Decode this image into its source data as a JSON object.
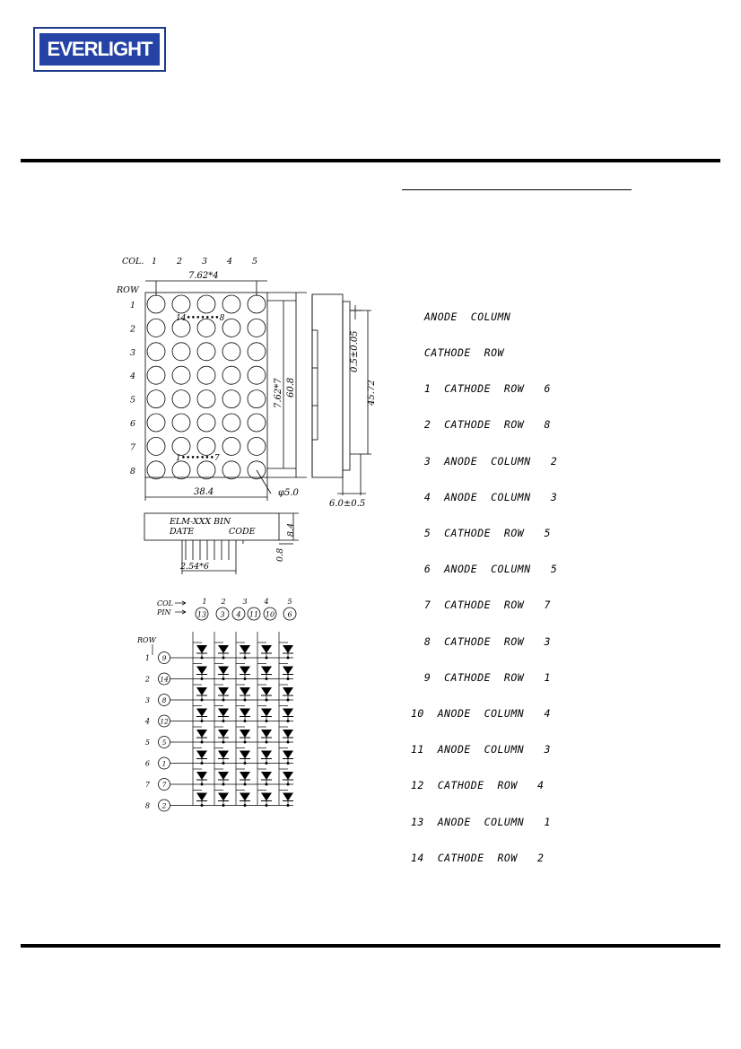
{
  "brand": {
    "logo_text": "EVERLIGHT",
    "logo_color": "#2443a5"
  },
  "package_dims": {
    "col_label": "COL.",
    "row_label": "ROW",
    "columns": [
      "1",
      "2",
      "3",
      "4",
      "5"
    ],
    "rows": [
      "1",
      "2",
      "3",
      "4",
      "5",
      "6",
      "7",
      "8"
    ],
    "pitch_h": "7.62*4",
    "pitch_v": "7.62*7",
    "height": "60.8",
    "width": "38.4",
    "dot_diameter": "φ5.0",
    "pin_top": "14•••••••8",
    "pin_bottom": "1•••••••7",
    "side_tol": "0.5±0.05",
    "side_height": "45.72",
    "side_pin": "6.0±0.5"
  },
  "bottom_view": {
    "line1": "ELM-XXX BIN",
    "line2_a": "DATE",
    "line2_b": "CODE",
    "depth": "8.4",
    "pin_thick": "0.8",
    "pin_pitch": "2.54*6"
  },
  "pin_table": [
    "  ANODE  COLUMN",
    "  CATHODE  ROW",
    "  1  CATHODE  ROW   6",
    "  2  CATHODE  ROW   8",
    "  3  ANODE  COLUMN   2",
    "  4  ANODE  COLUMN   3",
    "  5  CATHODE  ROW   5",
    "  6  ANODE  COLUMN   5",
    "  7  CATHODE  ROW   7",
    "  8  CATHODE  ROW   3",
    "  9  CATHODE  ROW   1",
    "10  ANODE  COLUMN   4",
    "11  ANODE  COLUMN   3",
    "12  CATHODE  ROW   4",
    "13  ANODE  COLUMN   1",
    "14  CATHODE  ROW   2"
  ],
  "schematic": {
    "col_label": "COL",
    "pin_label": "PIN",
    "row_label": "ROW",
    "columns": [
      "1",
      "2",
      "3",
      "4",
      "5"
    ],
    "col_pins": [
      "13",
      "3",
      "4",
      "11",
      "10",
      "6"
    ],
    "rows": [
      "1",
      "2",
      "3",
      "4",
      "5",
      "6",
      "7",
      "8"
    ],
    "row_pins": [
      "9",
      "14",
      "8",
      "12",
      "5",
      "1",
      "7",
      "2"
    ]
  }
}
